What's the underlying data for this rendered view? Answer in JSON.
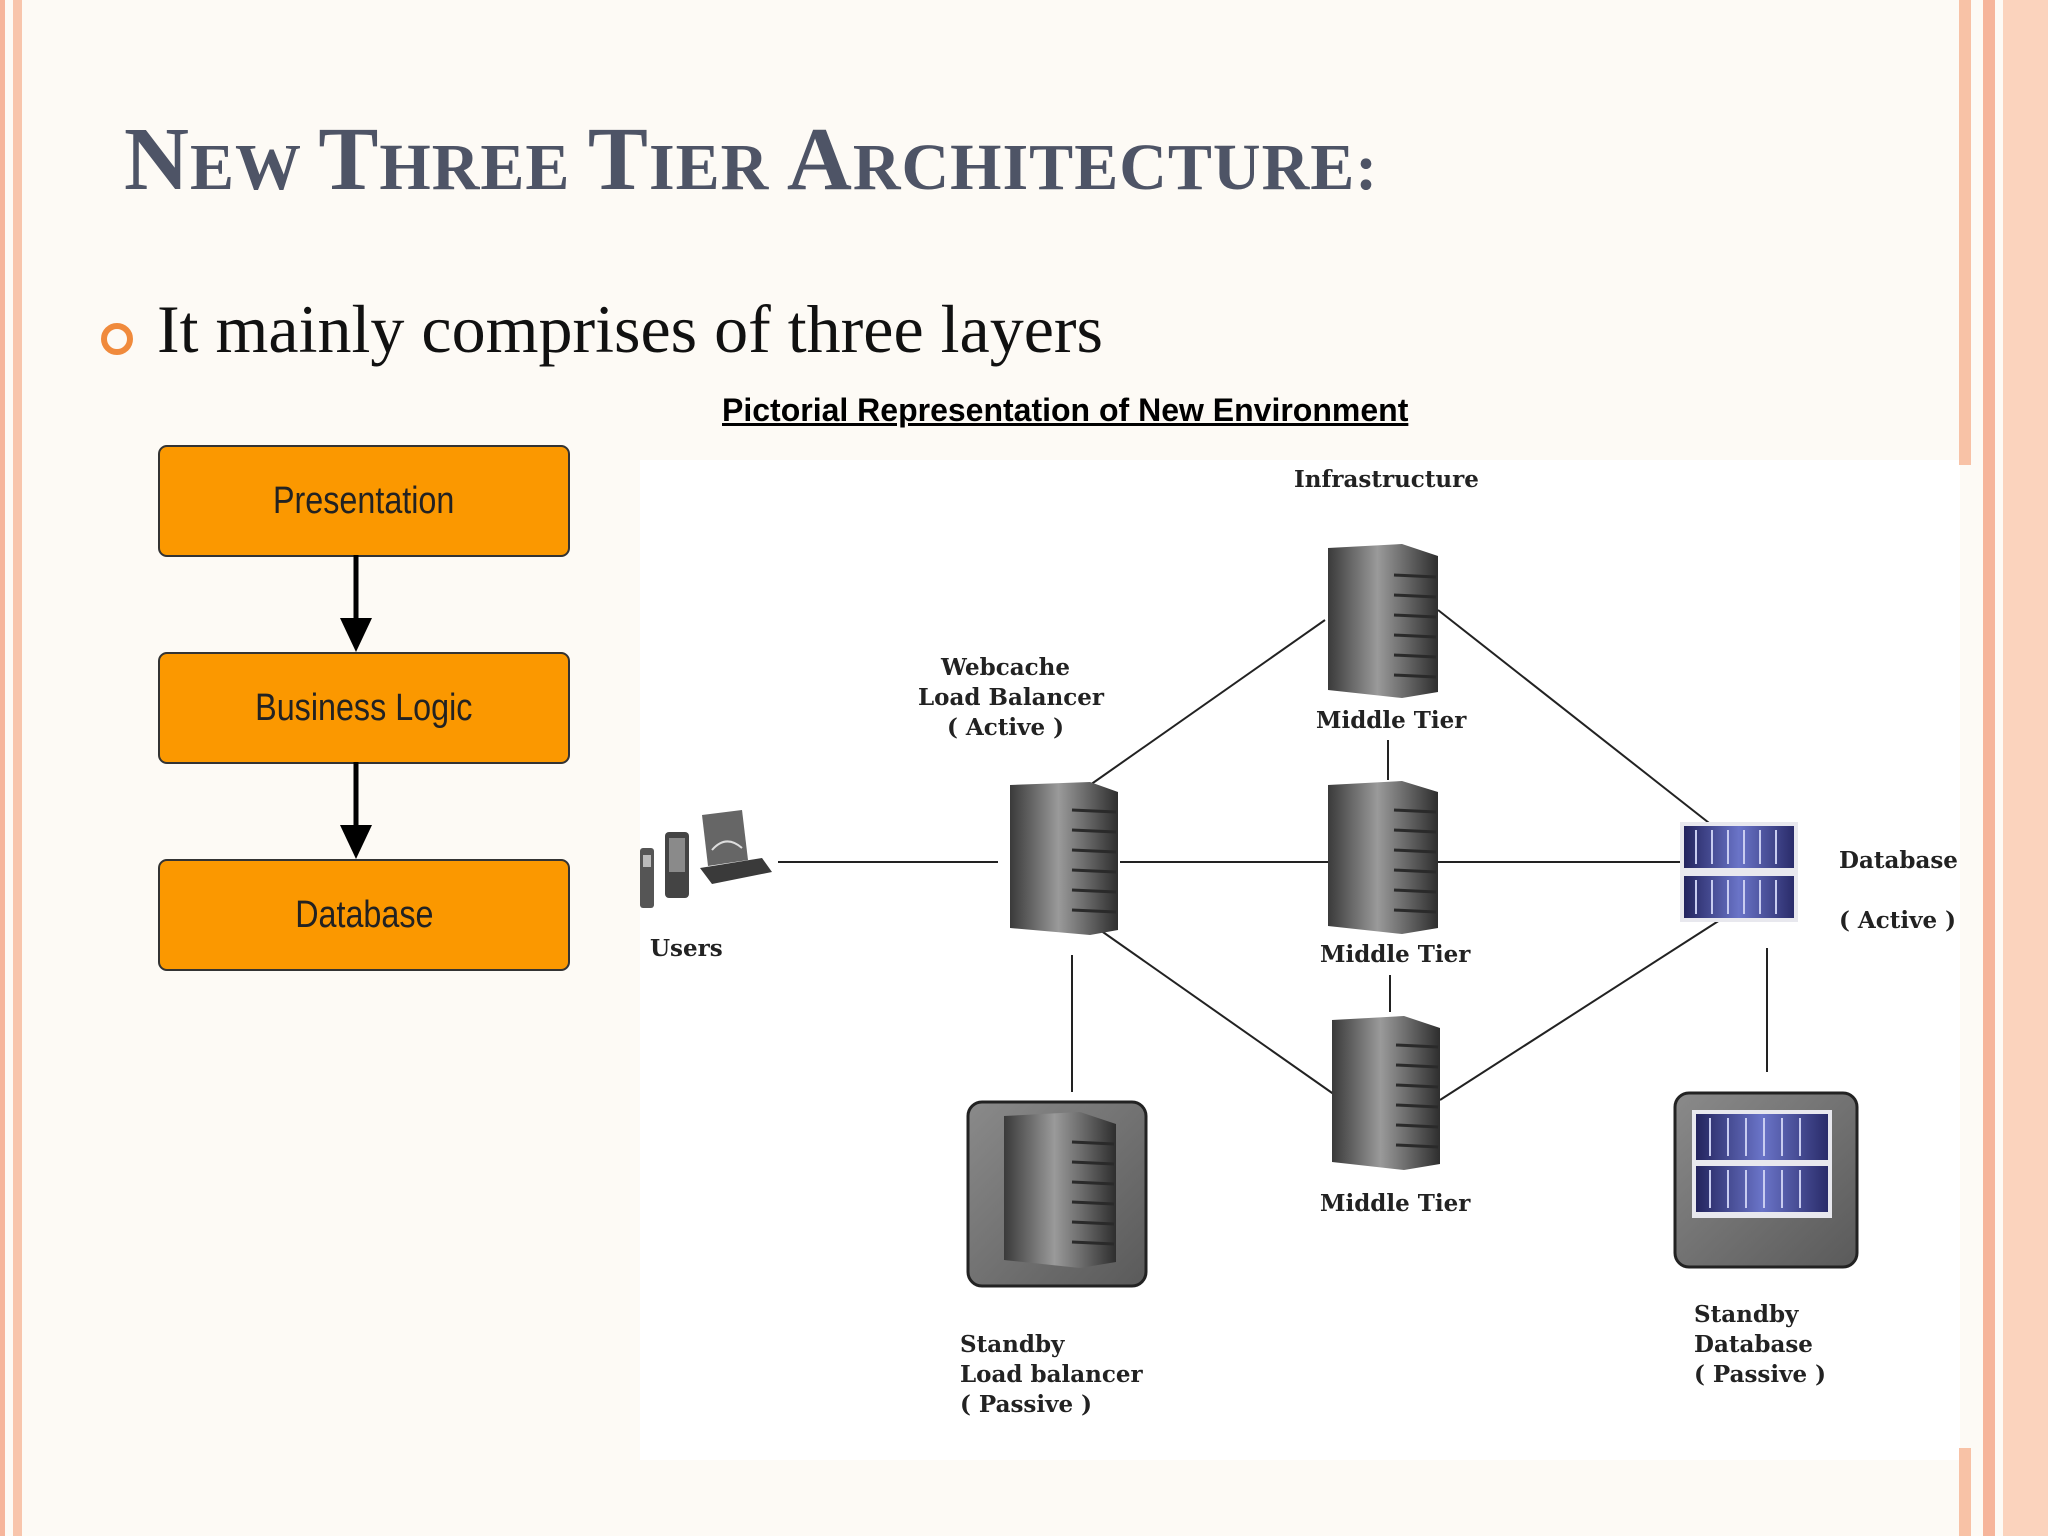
{
  "slide": {
    "title": {
      "initial1": "N",
      "rest1": "EW ",
      "initial2": "T",
      "rest2": "HREE ",
      "initial3": "T",
      "rest3": "IER ",
      "initial4": "A",
      "rest4": "RCHITECTURE:"
    },
    "bullet": "It mainly comprises of three layers"
  },
  "tiers": [
    "Presentation",
    "Business Logic",
    "Database"
  ],
  "network": {
    "title": "Pictorial Representation of New Environment",
    "infrastructure": "Infrastructure",
    "webcache": [
      "Webcache",
      "Load Balancer",
      "( Active )"
    ],
    "users": "Users",
    "middle_tier_1": "Middle Tier",
    "middle_tier_2": "Middle Tier",
    "middle_tier_3": "Middle Tier",
    "database": "Database",
    "database_state": "( Active )",
    "standby_lb": [
      "Standby",
      "Load balancer",
      "( Passive )"
    ],
    "standby_db": [
      "Standby",
      "Database",
      "( Passive )"
    ]
  },
  "colors": {
    "accent": "#fb9800",
    "bullet": "#f08a3c",
    "title": "#4e5466"
  }
}
